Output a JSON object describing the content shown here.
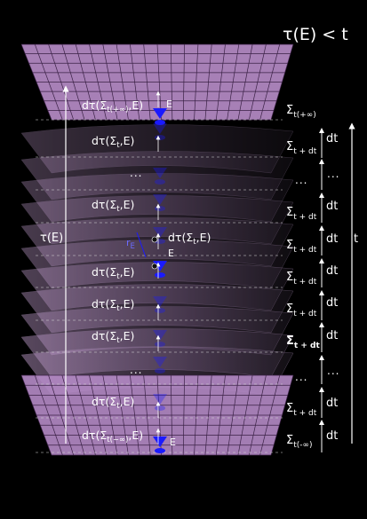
{
  "headline": "τ(E) < t",
  "axes": {
    "tau_label": "τ(E)",
    "t_label": "t"
  },
  "energy": {
    "label": "E",
    "radius_label": "r",
    "radius_sub": "E"
  },
  "top_label": {
    "prefix": "dτ(Σ",
    "sub": "t(+∞)",
    "suffix": ",E)"
  },
  "bottom_label": {
    "prefix": "dτ(Σ",
    "sub": "t(−∞)",
    "suffix": ",E)"
  },
  "slice_label": {
    "prefix": "dτ(Σ",
    "sub": "t",
    "suffix": ",E)"
  },
  "ellipsis": "...",
  "sigma_top": {
    "symbol": "Σ",
    "sub": "t(+∞)"
  },
  "sigma_mid": {
    "symbol": "Σ",
    "sub": "t + dt"
  },
  "sigma_bottom": {
    "symbol": "Σ",
    "sub": "t(-∞)"
  },
  "dt_label": "dt",
  "colors": {
    "surface_fill": "#b58bc6",
    "grid": "#2a1733",
    "cone": "#1a1aff",
    "arrow": "#ffffff"
  }
}
